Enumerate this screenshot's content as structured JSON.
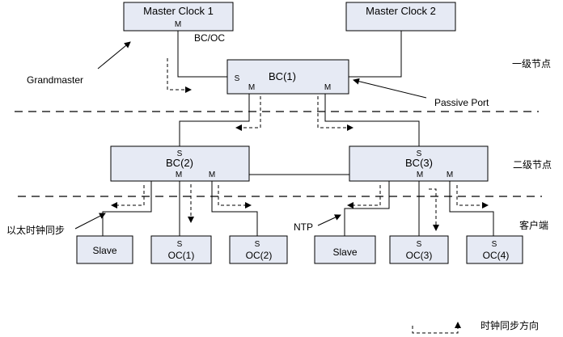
{
  "colors": {
    "box_fill": "#e6eaf4",
    "stroke": "#000000",
    "background": "#ffffff"
  },
  "nodes": {
    "master_clock_1": {
      "label": "Master Clock 1",
      "port_m": "M"
    },
    "master_clock_2": {
      "label": "Master Clock 2"
    },
    "bc1": {
      "label": "BC(1)",
      "port_s": "S",
      "port_m1": "M",
      "port_m2": "M"
    },
    "bc2": {
      "label": "BC(2)",
      "port_s": "S",
      "port_m1": "M",
      "port_m2": "M"
    },
    "bc3": {
      "label": "BC(3)",
      "port_s": "S",
      "port_m1": "M",
      "port_m2": "M"
    },
    "slave_left": {
      "label": "Slave"
    },
    "oc1": {
      "label": "OC(1)",
      "port_s": "S"
    },
    "oc2": {
      "label": "OC(2)",
      "port_s": "S"
    },
    "slave_right": {
      "label": "Slave"
    },
    "oc3": {
      "label": "OC(3)",
      "port_s": "S"
    },
    "oc4": {
      "label": "OC(4)",
      "port_s": "S"
    }
  },
  "annotations": {
    "bc_oc": "BC/OC",
    "grandmaster": "Grandmaster",
    "passive_port": "Passive Port",
    "ethernet_sync": "以太时钟同步",
    "ntp": "NTP"
  },
  "levels": {
    "level1": "一级节点",
    "level2": "二级节点",
    "client": "客户端"
  },
  "legend": {
    "label": "时钟同步方向"
  }
}
